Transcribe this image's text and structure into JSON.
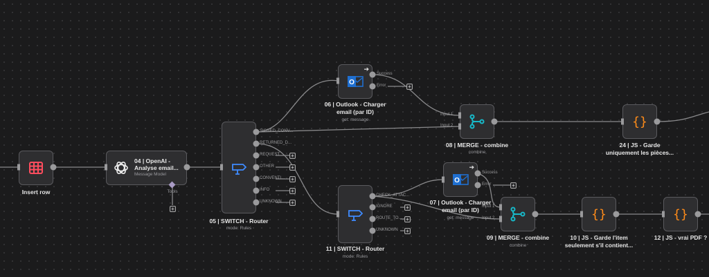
{
  "nodes": {
    "insert_row": {
      "title": "Insert row"
    },
    "openai": {
      "title_line1": "04 | OpenAI -",
      "title_line2": "Analyse email...",
      "subtitle": "Message Model",
      "tools_label": "Tools"
    },
    "switch05": {
      "title": "05 | SWITCH - Router",
      "subtitle": "mode: Rules",
      "outputs": [
        "SIGNED_CONV...",
        "RETURNED_D...",
        "REQUEST",
        "OTHER",
        "CONVENTI...",
        "INFO",
        "UNKNOWN"
      ]
    },
    "outlook06": {
      "title_line1": "06 | Outlook - Charger",
      "title_line2": "email (par ID)",
      "subtitle": "get: message",
      "outputs": [
        "Success",
        "Error"
      ]
    },
    "merge08": {
      "title": "08 | MERGE - combine",
      "subtitle": "combine",
      "inputs": [
        "Input 1",
        "Input 2"
      ]
    },
    "js24": {
      "title_line1": "24 | JS - Garde",
      "title_line2": "uniquement les pièces..."
    },
    "switch11": {
      "title": "11 | SWITCH - Router",
      "subtitle": "mode: Rules",
      "outputs": [
        "CHECK_ATTAC...",
        "IGNORE",
        "ROUTE_TO...",
        "UNKNOWN"
      ]
    },
    "outlook07": {
      "title_line1": "07 | Outlook - Charger",
      "title_line2": "email (par ID)",
      "subtitle": "get: message",
      "outputs": [
        "Success",
        "Error"
      ]
    },
    "merge09": {
      "title": "09 | MERGE - combine",
      "subtitle": "combine",
      "inputs": [
        "Input 1",
        "Input 2"
      ]
    },
    "js10": {
      "title_line1": "10 | JS - Garde l'item",
      "title_line2": "seulement s'il contient..."
    },
    "js12": {
      "title": "12 | JS - vrai PDF ?"
    }
  },
  "colors": {
    "table_icon": "#ff4d5e",
    "switch_icon": "#3f8bff",
    "outlook_icon": "#1f6fd0",
    "merge_icon": "#18b8c8",
    "code_icon": "#ff8c1a"
  }
}
